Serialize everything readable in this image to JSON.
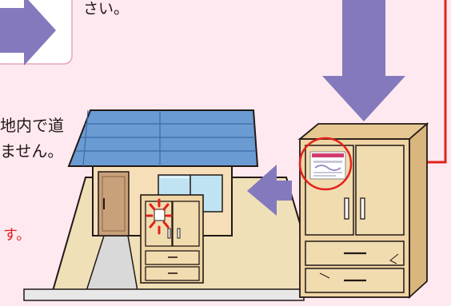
{
  "texts": {
    "top_fragment": "さい。",
    "left_line1": "地内で道",
    "left_line2": "ません。",
    "bottom_fragment": "す。"
  },
  "colors": {
    "background": "#fde9ef",
    "arrow": "#8479bd",
    "roof": "#6a9bd3",
    "wall": "#f6dfb8",
    "cabinet": "#efd5a5",
    "ground": "#efe0b8",
    "highlight": "#e2211c"
  }
}
